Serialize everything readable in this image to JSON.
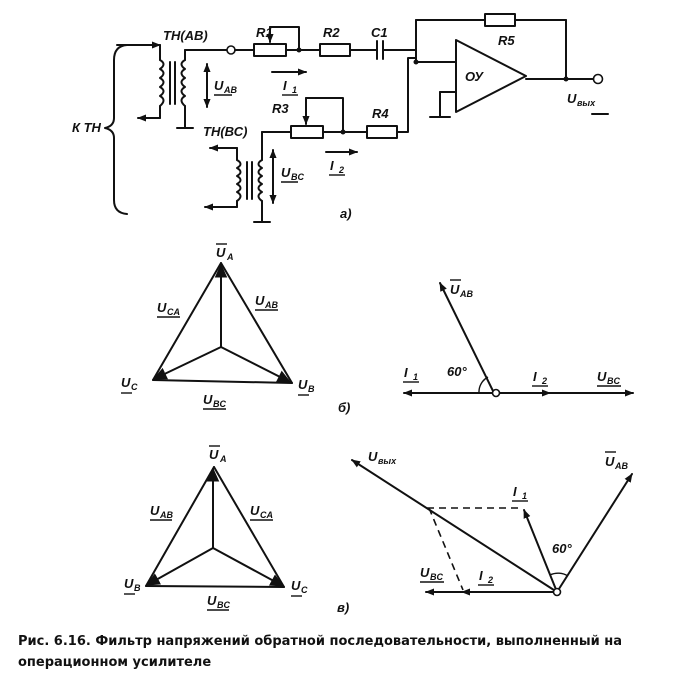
{
  "schematic": {
    "label_a": "а)",
    "k_th": "К ТН",
    "th_ab": "ТН(АВ)",
    "th_bc": "ТН(ВС)",
    "u_ab": {
      "main": "U",
      "sub": "AB"
    },
    "u_bc": {
      "main": "U",
      "sub": "BC"
    },
    "r1": "R1",
    "r2": "R2",
    "r3": "R3",
    "r4": "R4",
    "r5": "R5",
    "c1": "C1",
    "ou": "ОУ",
    "i1": {
      "main": "I",
      "sub": "1"
    },
    "i2": {
      "main": "I",
      "sub": "2"
    },
    "u_out": {
      "main": "U",
      "sub": "вых"
    }
  },
  "diagram_b": {
    "label": "б)",
    "triangle": {
      "ua": {
        "main": "U",
        "sub": "A"
      },
      "uc": {
        "main": "U",
        "sub": "C"
      },
      "ub": {
        "main": "U",
        "sub": "B"
      },
      "uca": {
        "main": "U",
        "sub": "CA"
      },
      "uab": {
        "main": "U",
        "sub": "AB"
      },
      "ubc": {
        "main": "U",
        "sub": "BC"
      }
    },
    "vectors": {
      "uab": {
        "main": "U",
        "sub": "AB"
      },
      "i1": {
        "main": "I",
        "sub": "1"
      },
      "i2": {
        "main": "I",
        "sub": "2"
      },
      "ubc": {
        "main": "U",
        "sub": "BC"
      },
      "angle": "60°"
    }
  },
  "diagram_v": {
    "label": "в)",
    "triangle": {
      "ua": {
        "main": "U",
        "sub": "A"
      },
      "ub": {
        "main": "U",
        "sub": "B"
      },
      "uc": {
        "main": "U",
        "sub": "C"
      },
      "uab": {
        "main": "U",
        "sub": "AB"
      },
      "uca": {
        "main": "U",
        "sub": "CA"
      },
      "ubc": {
        "main": "U",
        "sub": "BC"
      }
    },
    "vectors": {
      "u_out": {
        "main": "U",
        "sub": "вых"
      },
      "uab": {
        "main": "U",
        "sub": "AB"
      },
      "i1": {
        "main": "I",
        "sub": "1"
      },
      "ubc": {
        "main": "U",
        "sub": "BC"
      },
      "i2": {
        "main": "I",
        "sub": "2"
      },
      "angle": "60°"
    }
  },
  "caption": {
    "line1": "Рис. 6.16. Фильтр напряжений обратной последовательности, выполненный на",
    "line2": "операционном усилителе"
  }
}
